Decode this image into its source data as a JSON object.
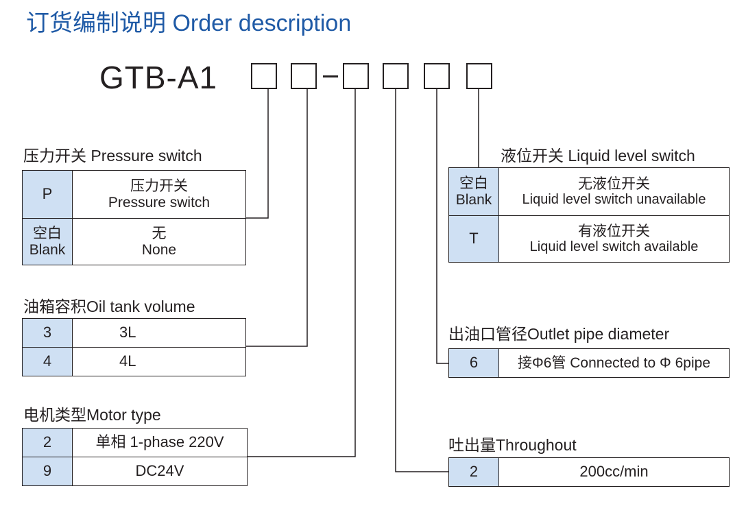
{
  "title": "订货编制说明 Order description",
  "model": {
    "prefix": "GTB-A1",
    "separator": "-"
  },
  "sections": {
    "pressure_switch": {
      "heading": "压力开关 Pressure switch",
      "rows": [
        {
          "code": "P",
          "desc_cn": "压力开关",
          "desc_en": "Pressure switch"
        },
        {
          "code_cn": "空白",
          "code_en": "Blank",
          "desc_cn": "无",
          "desc_en": "None"
        }
      ]
    },
    "oil_tank": {
      "heading": "油箱容积Oil tank volume",
      "rows": [
        {
          "code": "3",
          "desc": "3L"
        },
        {
          "code": "4",
          "desc": "4L"
        }
      ]
    },
    "motor_type": {
      "heading": "电机类型Motor type",
      "rows": [
        {
          "code": "2",
          "desc": "单相 1-phase 220V"
        },
        {
          "code": "9",
          "desc": "DC24V"
        }
      ]
    },
    "liquid_level": {
      "heading": "液位开关 Liquid level switch",
      "rows": [
        {
          "code_cn": "空白",
          "code_en": "Blank",
          "desc_cn": "无液位开关",
          "desc_en": "Liquid level switch unavailable"
        },
        {
          "code": "T",
          "desc_cn": "有液位开关",
          "desc_en": "Liquid level switch available"
        }
      ]
    },
    "outlet_pipe": {
      "heading": "出油口管径Outlet pipe diameter",
      "rows": [
        {
          "code": "6",
          "desc": "接Φ6管 Connected to Φ 6pipe"
        }
      ]
    },
    "throughout": {
      "heading": "吐出量Throughout",
      "rows": [
        {
          "code": "2",
          "desc": "200cc/min"
        }
      ]
    }
  },
  "colors": {
    "title": "#1f5aa6",
    "code_cell": "#cfe0f3",
    "line": "#231f20"
  }
}
